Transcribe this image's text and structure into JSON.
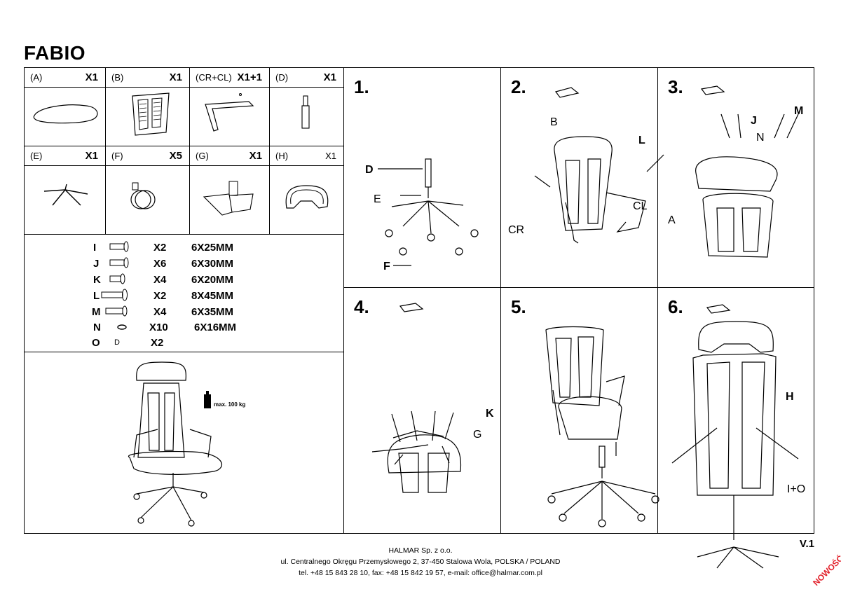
{
  "title": "FABIO",
  "parts": [
    {
      "id": "(A)",
      "qty": "X1"
    },
    {
      "id": "(B)",
      "qty": "X1"
    },
    {
      "id": "(CR+CL)",
      "qty": "X1+1"
    },
    {
      "id": "(D)",
      "qty": "X1"
    },
    {
      "id": "(E)",
      "qty": "X1"
    },
    {
      "id": "(F)",
      "qty": "X5"
    },
    {
      "id": "(G)",
      "qty": "X1"
    },
    {
      "id": "(H)",
      "qty": "X1"
    }
  ],
  "hardware": [
    {
      "letter": "I",
      "qty": "X2",
      "size": "6X25MM"
    },
    {
      "letter": "J",
      "qty": "X6",
      "size": "6X30MM"
    },
    {
      "letter": "K",
      "qty": "X4",
      "size": "6X20MM"
    },
    {
      "letter": "L",
      "qty": "X2",
      "size": "8X45MM"
    },
    {
      "letter": "M",
      "qty": "X4",
      "size": "6X35MM"
    },
    {
      "letter": "N",
      "qty": "X10",
      "size": "6X16MM"
    },
    {
      "letter": "O",
      "qty": "X2",
      "size": "",
      "icon_text": "D"
    }
  ],
  "max_load": "max. 100 kg",
  "steps": [
    {
      "num": "1.",
      "labels": [
        "D",
        "E",
        "F"
      ]
    },
    {
      "num": "2.",
      "labels": [
        "B",
        "L",
        "CL",
        "CR"
      ]
    },
    {
      "num": "3.",
      "labels": [
        "M",
        "J",
        "N",
        "A"
      ]
    },
    {
      "num": "4.",
      "labels": [
        "K",
        "G"
      ]
    },
    {
      "num": "5.",
      "labels": []
    },
    {
      "num": "6.",
      "labels": [
        "H",
        "I+O"
      ]
    }
  ],
  "footer": {
    "company": "HALMAR Sp. z o.o.",
    "address": "ul. Centralnego Okręgu Przemysłowego 2, 37-450 Stalowa Wola, POLSKA / POLAND",
    "contact": "tel. +48 15 843 28 10, fax: +48 15 842 19 57, e-mail: office@halmar.com.pl"
  },
  "version": "V.1",
  "badge": "NOWOŚĆ",
  "colors": {
    "badge": "#e2202a",
    "line": "#000000"
  }
}
